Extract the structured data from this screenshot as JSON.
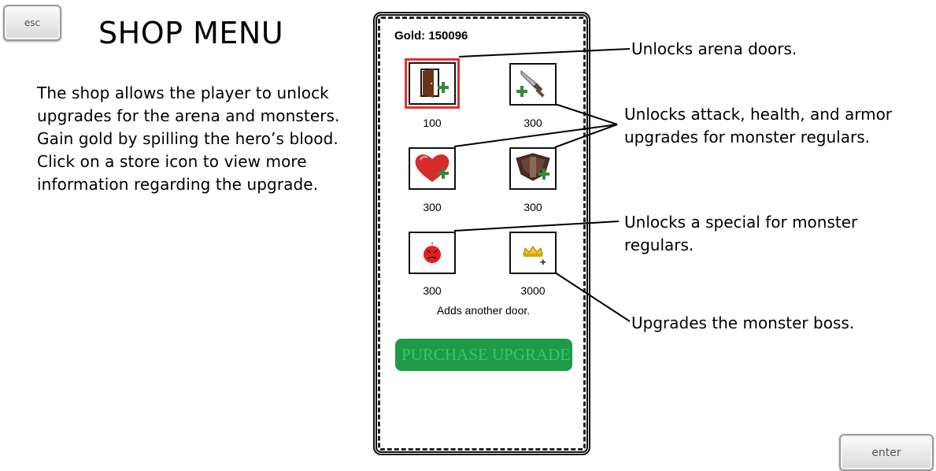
{
  "keys": {
    "esc": "esc",
    "enter": "enter"
  },
  "title": "SHOP MENU",
  "description": [
    "The shop allows the player to unlock",
    "upgrades for the arena and monsters.",
    "Gain gold by spilling the hero’s blood.",
    "Click on a store icon to view more",
    "information regarding the upgrade."
  ],
  "shop": {
    "gold_label": "Gold: 150096",
    "items": [
      {
        "name": "door",
        "icon": "door-plus-icon",
        "price": "100",
        "selected": true
      },
      {
        "name": "sword",
        "icon": "sword-plus-icon",
        "price": "300"
      },
      {
        "name": "heart",
        "icon": "heart-plus-icon",
        "price": "300"
      },
      {
        "name": "armor",
        "icon": "shield-plus-icon",
        "price": "300"
      },
      {
        "name": "special",
        "icon": "angry-face-icon",
        "price": "300"
      },
      {
        "name": "boss",
        "icon": "crown-icon",
        "price": "3000"
      }
    ],
    "item_info": "Adds another door.",
    "purchase_label": "PURCHASE UPGRADE"
  },
  "callouts": {
    "arena": "Unlocks arena doors.",
    "stats": [
      "Unlocks attack, health, and armor",
      "upgrades for monster regulars."
    ],
    "special": [
      "Unlocks a special for monster",
      "regulars."
    ],
    "boss": "Upgrades the monster boss."
  },
  "colors": {
    "button": "#1f9a48",
    "button_text": "#38c86a",
    "selected_outline": "#d33333",
    "plus": "#2e8b3a"
  }
}
